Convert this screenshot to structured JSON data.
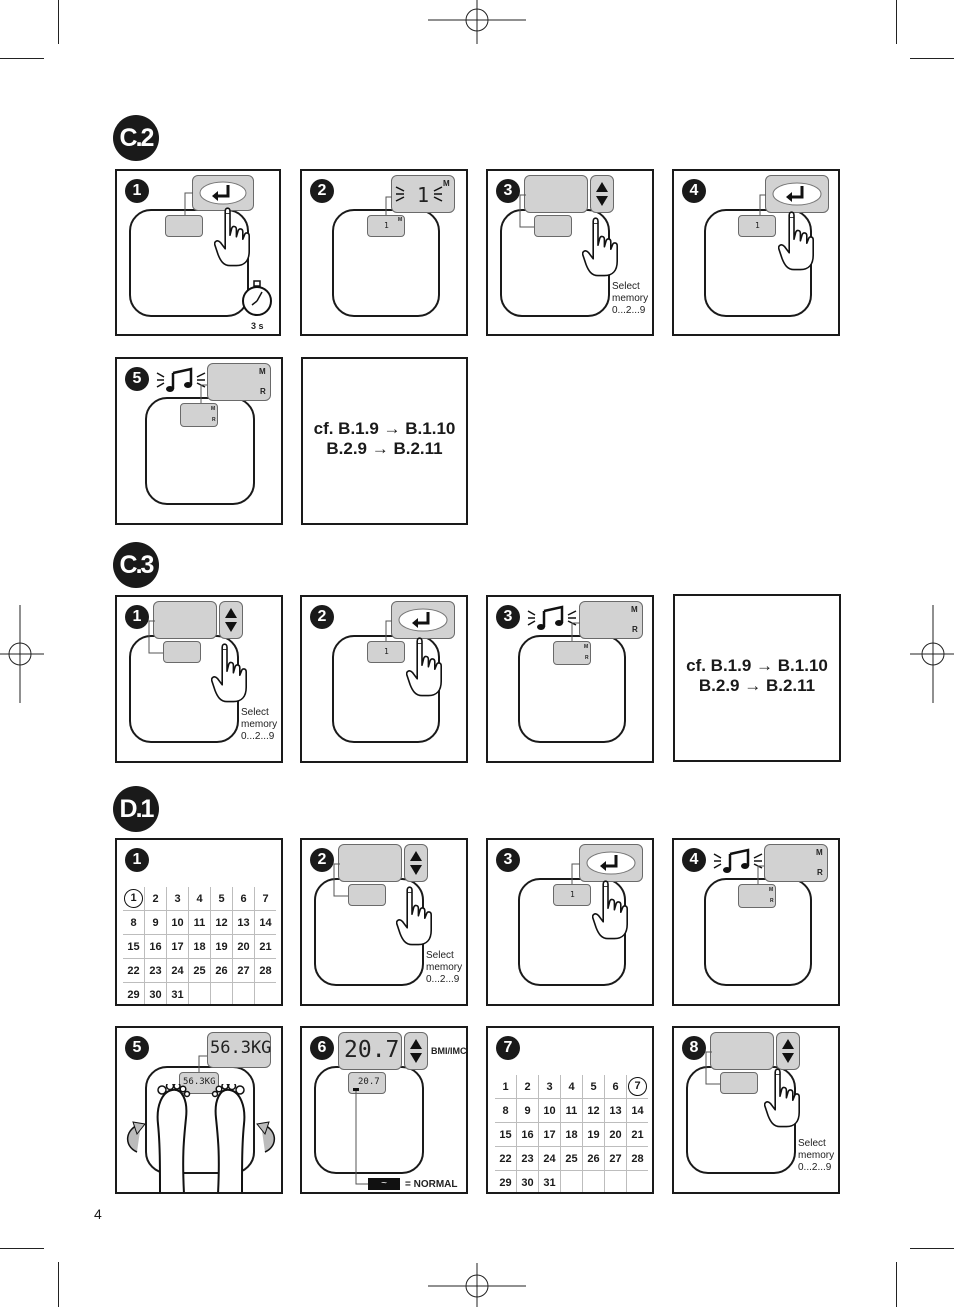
{
  "page_number": "4",
  "sections": {
    "c2": {
      "label": "C.2"
    },
    "c3": {
      "label": "C.3"
    },
    "d1": {
      "label": "D.1"
    }
  },
  "steps": [
    "1",
    "2",
    "3",
    "4",
    "5",
    "6",
    "7",
    "8"
  ],
  "notes": {
    "select_line1": "Select",
    "select_line2": "memory",
    "select_line3": "0...2...9",
    "seconds": "3 s"
  },
  "reference": {
    "line1": "cf. B.1.9 → B.1.10",
    "line2": "B.2.9 → B.2.11"
  },
  "lcd": {
    "m": "M",
    "r": "R",
    "one": "1",
    "weight": "56.3KG",
    "bmi_value": "20.7",
    "bmi_label": "BMI/IMC",
    "normal": "= NORMAL"
  },
  "calendar": [
    [
      "1",
      "2",
      "3",
      "4",
      "5",
      "6",
      "7"
    ],
    [
      "8",
      "9",
      "10",
      "11",
      "12",
      "13",
      "14"
    ],
    [
      "15",
      "16",
      "17",
      "18",
      "19",
      "20",
      "21"
    ],
    [
      "22",
      "23",
      "24",
      "25",
      "26",
      "27",
      "28"
    ],
    [
      "29",
      "30",
      "31",
      "",
      "",
      "",
      ""
    ]
  ],
  "calendar_circled": {
    "d1_step1": "1",
    "d1_step7": "7"
  },
  "icons": {
    "enter": "enter-arrow-icon",
    "updown": "up-down-arrow-icon",
    "hand": "pointing-hand-icon",
    "stopwatch": "stopwatch-icon",
    "beep": "music-note-beep-icon",
    "feet": "feet-icon",
    "rotate": "rotate-arrow-icon"
  }
}
